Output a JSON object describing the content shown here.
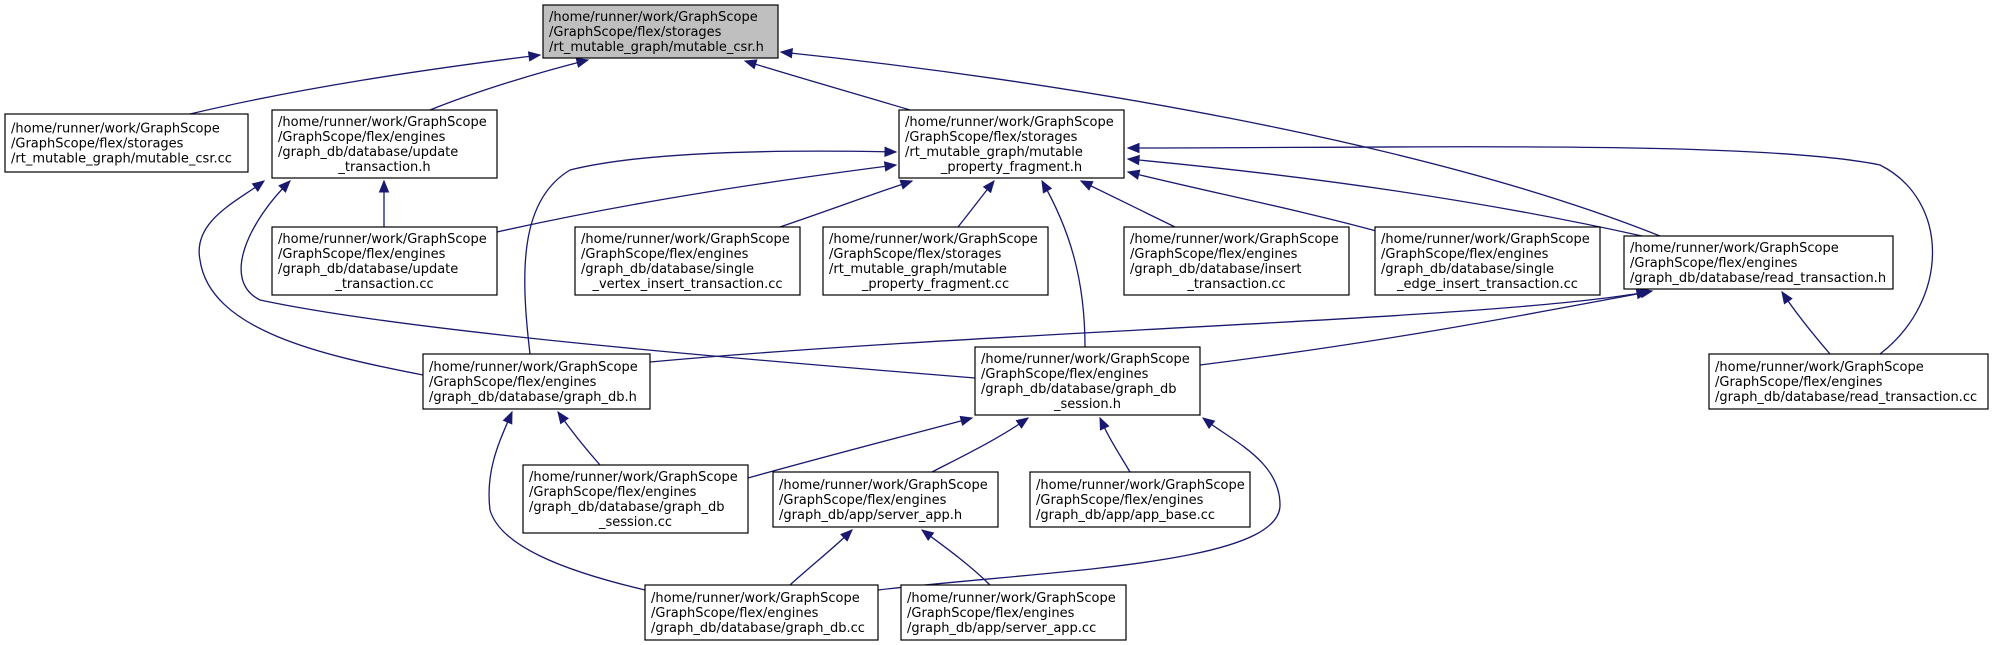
{
  "nodes": [
    {
      "id": "mutable_csr_h",
      "lines": [
        "/home/runner/work/GraphScope",
        "/GraphScope/flex/storages",
        "/rt_mutable_graph/mutable_csr.h"
      ]
    },
    {
      "id": "mutable_csr_cc",
      "lines": [
        "/home/runner/work/GraphScope",
        "/GraphScope/flex/storages",
        "/rt_mutable_graph/mutable_csr.cc"
      ]
    },
    {
      "id": "update_transaction_h",
      "lines": [
        "/home/runner/work/GraphScope",
        "/GraphScope/flex/engines",
        "/graph_db/database/update",
        "_transaction.h"
      ]
    },
    {
      "id": "mutable_property_fragment_h",
      "lines": [
        "/home/runner/work/GraphScope",
        "/GraphScope/flex/storages",
        "/rt_mutable_graph/mutable",
        "_property_fragment.h"
      ]
    },
    {
      "id": "update_transaction_cc",
      "lines": [
        "/home/runner/work/GraphScope",
        "/GraphScope/flex/engines",
        "/graph_db/database/update",
        "_transaction.cc"
      ]
    },
    {
      "id": "single_vertex_insert_transaction_cc",
      "lines": [
        "/home/runner/work/GraphScope",
        "/GraphScope/flex/engines",
        "/graph_db/database/single",
        "_vertex_insert_transaction.cc"
      ]
    },
    {
      "id": "mutable_property_fragment_cc",
      "lines": [
        "/home/runner/work/GraphScope",
        "/GraphScope/flex/storages",
        "/rt_mutable_graph/mutable",
        "_property_fragment.cc"
      ]
    },
    {
      "id": "insert_transaction_cc",
      "lines": [
        "/home/runner/work/GraphScope",
        "/GraphScope/flex/engines",
        "/graph_db/database/insert",
        "_transaction.cc"
      ]
    },
    {
      "id": "single_edge_insert_transaction_cc",
      "lines": [
        "/home/runner/work/GraphScope",
        "/GraphScope/flex/engines",
        "/graph_db/database/single",
        "_edge_insert_transaction.cc"
      ]
    },
    {
      "id": "read_transaction_h",
      "lines": [
        "/home/runner/work/GraphScope",
        "/GraphScope/flex/engines",
        "/graph_db/database/read_transaction.h"
      ]
    },
    {
      "id": "graph_db_h",
      "lines": [
        "/home/runner/work/GraphScope",
        "/GraphScope/flex/engines",
        "/graph_db/database/graph_db.h"
      ]
    },
    {
      "id": "graph_db_session_h",
      "lines": [
        "/home/runner/work/GraphScope",
        "/GraphScope/flex/engines",
        "/graph_db/database/graph_db",
        "_session.h"
      ]
    },
    {
      "id": "read_transaction_cc",
      "lines": [
        "/home/runner/work/GraphScope",
        "/GraphScope/flex/engines",
        "/graph_db/database/read_transaction.cc"
      ]
    },
    {
      "id": "graph_db_session_cc",
      "lines": [
        "/home/runner/work/GraphScope",
        "/GraphScope/flex/engines",
        "/graph_db/database/graph_db",
        "_session.cc"
      ]
    },
    {
      "id": "server_app_h",
      "lines": [
        "/home/runner/work/GraphScope",
        "/GraphScope/flex/engines",
        "/graph_db/app/server_app.h"
      ]
    },
    {
      "id": "app_base_cc",
      "lines": [
        "/home/runner/work/GraphScope",
        "/GraphScope/flex/engines",
        "/graph_db/app/app_base.cc"
      ]
    },
    {
      "id": "graph_db_cc",
      "lines": [
        "/home/runner/work/GraphScope",
        "/GraphScope/flex/engines",
        "/graph_db/database/graph_db.cc"
      ]
    },
    {
      "id": "server_app_cc",
      "lines": [
        "/home/runner/work/GraphScope",
        "/GraphScope/flex/engines",
        "/graph_db/app/server_app.cc"
      ]
    }
  ],
  "edges": [
    {
      "from": "mutable_csr_cc",
      "to": "mutable_csr_h"
    },
    {
      "from": "update_transaction_h",
      "to": "mutable_csr_h"
    },
    {
      "from": "mutable_property_fragment_h",
      "to": "mutable_csr_h"
    },
    {
      "from": "read_transaction_h",
      "to": "mutable_csr_h"
    },
    {
      "from": "update_transaction_cc",
      "to": "update_transaction_h"
    },
    {
      "from": "graph_db_h",
      "to": "update_transaction_h"
    },
    {
      "from": "graph_db_session_h",
      "to": "update_transaction_h"
    },
    {
      "from": "update_transaction_cc",
      "to": "mutable_property_fragment_h"
    },
    {
      "from": "single_vertex_insert_transaction_cc",
      "to": "mutable_property_fragment_h"
    },
    {
      "from": "mutable_property_fragment_cc",
      "to": "mutable_property_fragment_h"
    },
    {
      "from": "insert_transaction_cc",
      "to": "mutable_property_fragment_h"
    },
    {
      "from": "single_edge_insert_transaction_cc",
      "to": "mutable_property_fragment_h"
    },
    {
      "from": "read_transaction_h",
      "to": "mutable_property_fragment_h"
    },
    {
      "from": "graph_db_h",
      "to": "mutable_property_fragment_h"
    },
    {
      "from": "graph_db_session_h",
      "to": "mutable_property_fragment_h"
    },
    {
      "from": "read_transaction_cc",
      "to": "mutable_property_fragment_h"
    },
    {
      "from": "graph_db_h",
      "to": "read_transaction_h"
    },
    {
      "from": "graph_db_session_h",
      "to": "read_transaction_h"
    },
    {
      "from": "read_transaction_cc",
      "to": "read_transaction_h"
    },
    {
      "from": "graph_db_session_cc",
      "to": "graph_db_h"
    },
    {
      "from": "graph_db_cc",
      "to": "graph_db_h"
    },
    {
      "from": "graph_db_session_cc",
      "to": "graph_db_session_h"
    },
    {
      "from": "server_app_h",
      "to": "graph_db_session_h"
    },
    {
      "from": "app_base_cc",
      "to": "graph_db_session_h"
    },
    {
      "from": "graph_db_cc",
      "to": "graph_db_session_h"
    },
    {
      "from": "graph_db_cc",
      "to": "server_app_h"
    },
    {
      "from": "server_app_cc",
      "to": "server_app_h"
    }
  ]
}
